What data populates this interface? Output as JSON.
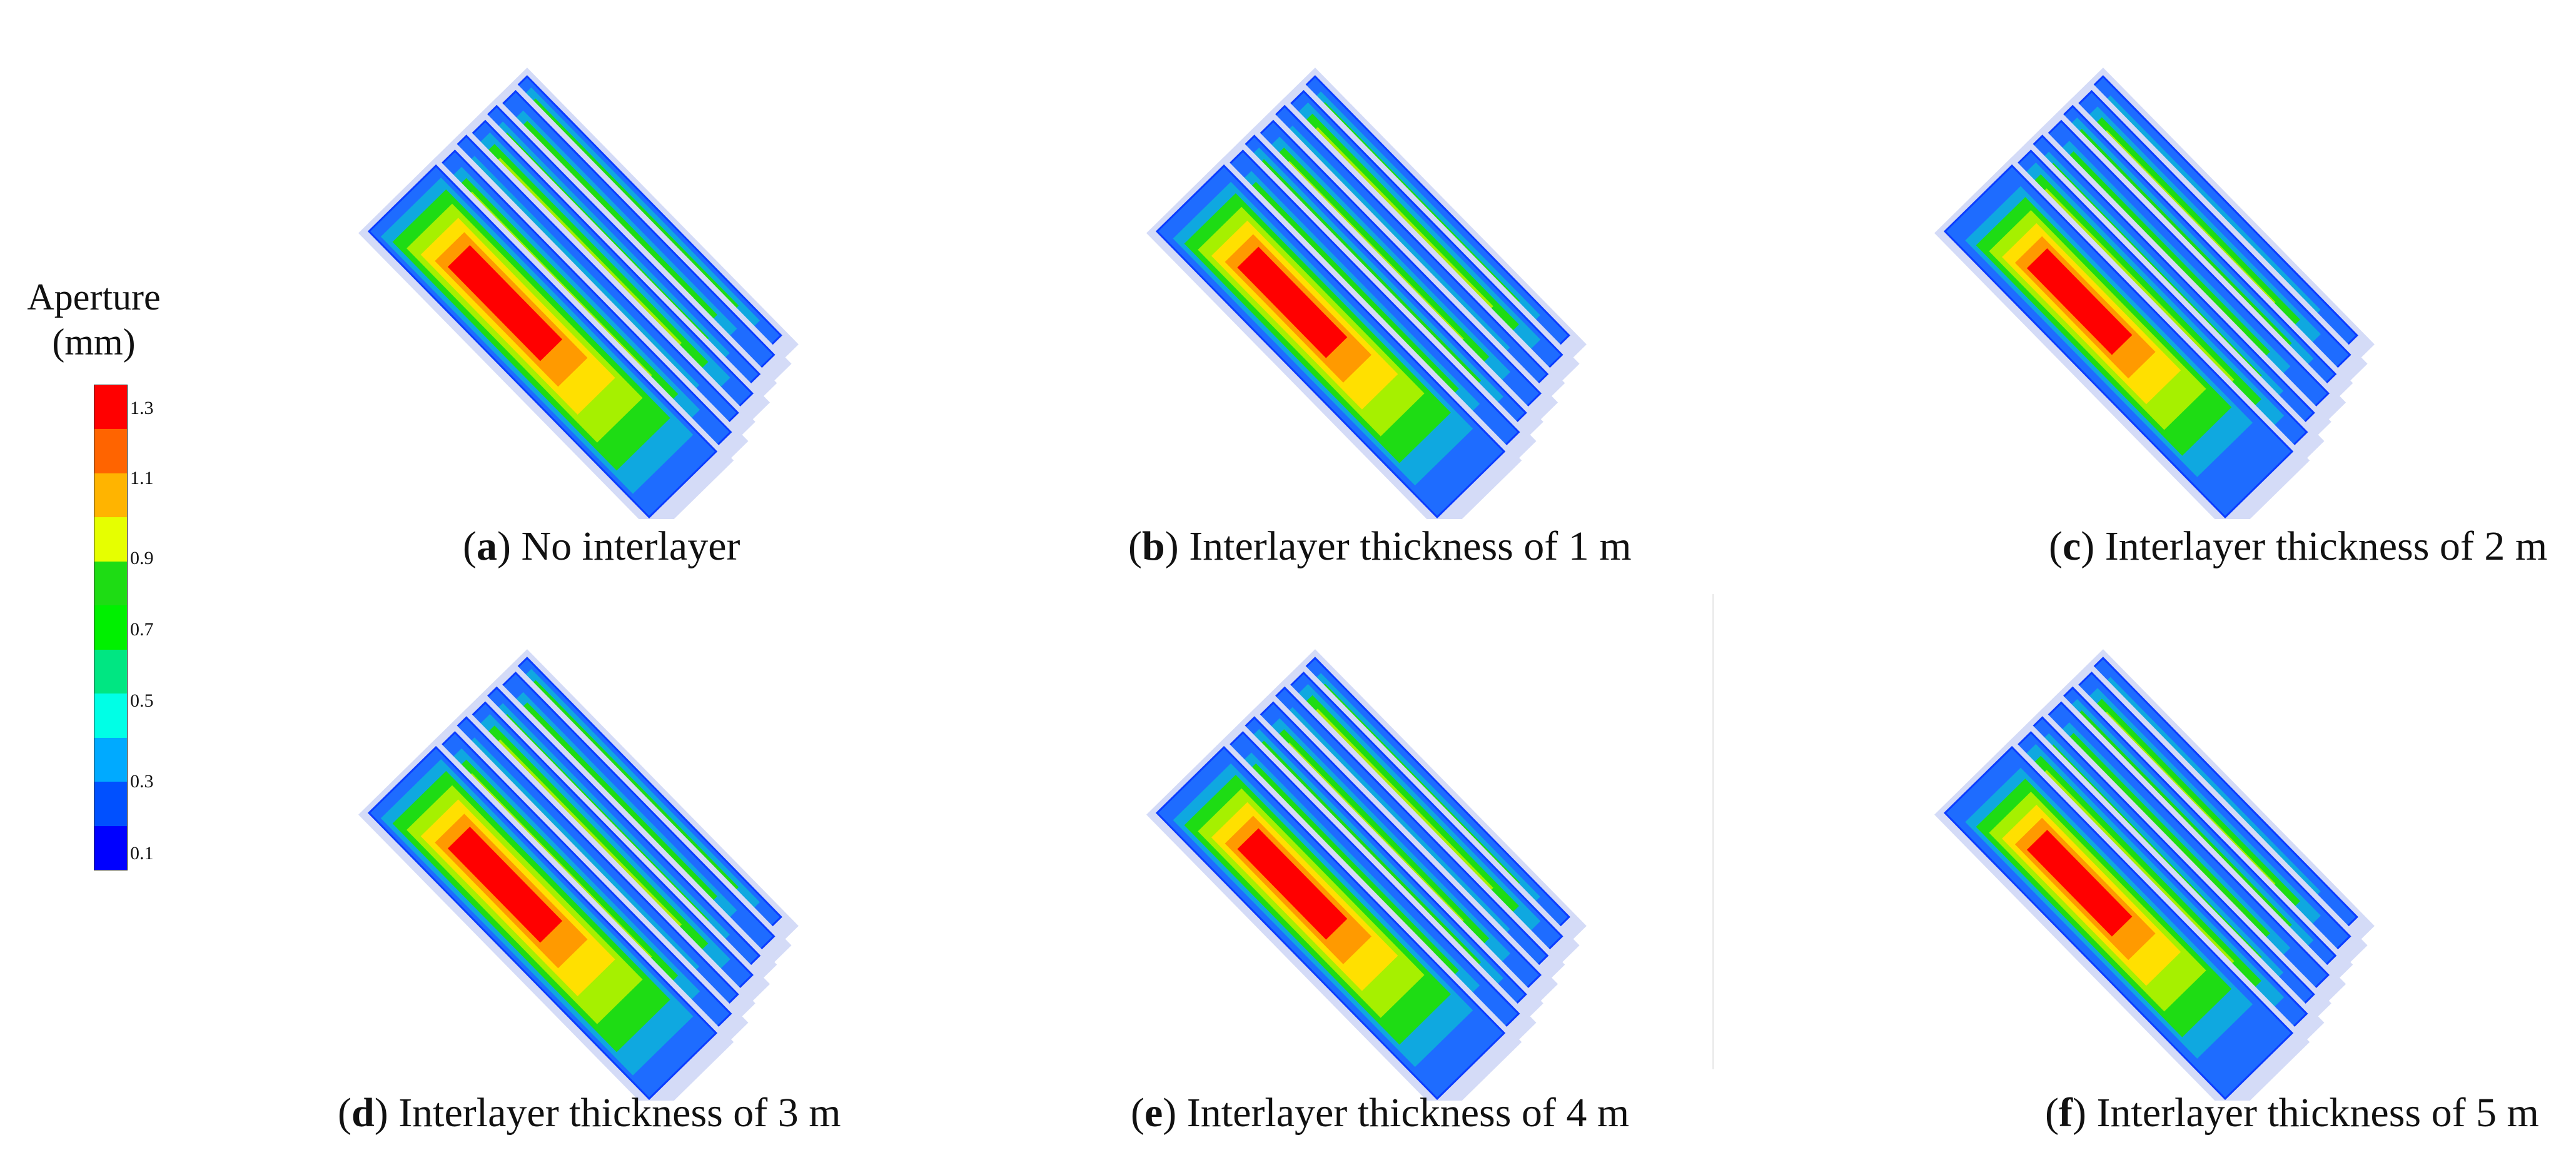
{
  "legend": {
    "title_line1": "Aperture",
    "title_line2": "(mm)",
    "ticks": [
      "1.3",
      "1.1",
      "0.9",
      "0.7",
      "0.5",
      "0.3",
      "0.1"
    ],
    "colors": [
      "#ff0000",
      "#ff6400",
      "#ffb400",
      "#e6ff00",
      "#1edc14",
      "#00f000",
      "#00e682",
      "#00ffe6",
      "#00aaff",
      "#0050ff",
      "#0000ff"
    ]
  },
  "panels": [
    {
      "letter": "a",
      "text": " No interlayer"
    },
    {
      "letter": "b",
      "text": " Interlayer thickness of 1 m"
    },
    {
      "letter": "c",
      "text": " Interlayer thickness of 2 m"
    },
    {
      "letter": "d",
      "text": " Interlayer thickness of 3 m"
    },
    {
      "letter": "e",
      "text": " Interlayer thickness of 4 m"
    },
    {
      "letter": "f",
      "text": " Interlayer thickness of 5 m"
    }
  ]
}
